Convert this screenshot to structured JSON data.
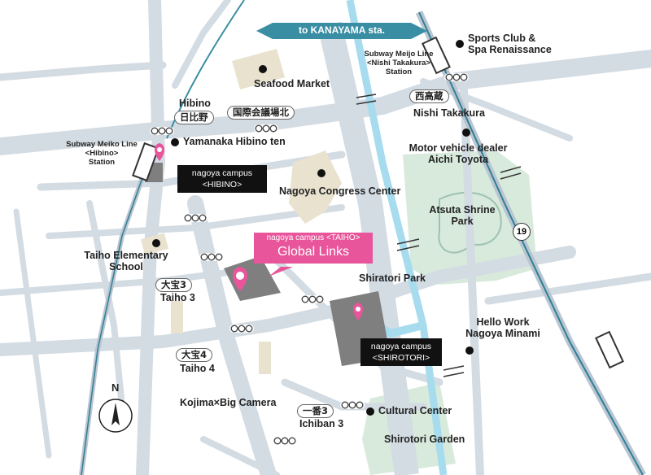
{
  "banner": {
    "label": "to KANAYAMA sta."
  },
  "places": {
    "sports_club": "Sports Club &\nSpa Renaissance",
    "subway_meijo": "Subway Meijo Line\n<Nishi Takakura>\nStation",
    "seafood_market": "Seafood Market",
    "hibino": "Hibino",
    "hibino_jp": "日比野",
    "kokusai_jp": "国際会議場北",
    "nishitakakura_jp": "西高蔵",
    "nishi_takakura": "Nishi Takakura",
    "subway_meiko": "Subway Meiko Line\n<Hibino>\nStation",
    "yamanaka": "Yamanaka Hibino ten",
    "motor_dealer": "Motor vehicle dealer\nAichi Toyota",
    "nagoya_congress": "Nagoya Congress Center",
    "atsuta_shrine": "Atsuta Shrine\nPark",
    "taiho_school": "Taiho Elementary\nSchool",
    "shiratori_park": "Shiratori Park",
    "taiho3_jp": "大宝3",
    "taiho3": "Taiho 3",
    "hello_work": "Hello Work\nNagoya Minami",
    "taiho4_jp": "大宝4",
    "taiho4": "Taiho 4",
    "kojima": "Kojima×Big Camera",
    "ichiban3_jp": "一番3",
    "ichiban3": "Ichiban 3",
    "cultural_center": "Cultural Center",
    "shirotori_garden": "Shirotori Garden"
  },
  "campuses": {
    "hibino": {
      "line1": "nagoya campus",
      "line2": "<HIBINO>"
    },
    "taiho": {
      "line1": "nagoya campus <TAIHO>",
      "line2": "Global Links"
    },
    "shirotori": {
      "line1": "nagoya campus",
      "line2": "<SHIROTORI>"
    }
  },
  "route_number": "19",
  "compass": {
    "label": "N"
  },
  "colors": {
    "road": "#d3dbe3",
    "road_edge": "#b9c5d0",
    "river": "#a7dcef",
    "park": "#d8eadc",
    "building": "#e9e2cf",
    "campus": "#7f7f7f",
    "pink": "#e8559a",
    "banner": "#3a8ea3",
    "rail": "#2f7f96"
  }
}
